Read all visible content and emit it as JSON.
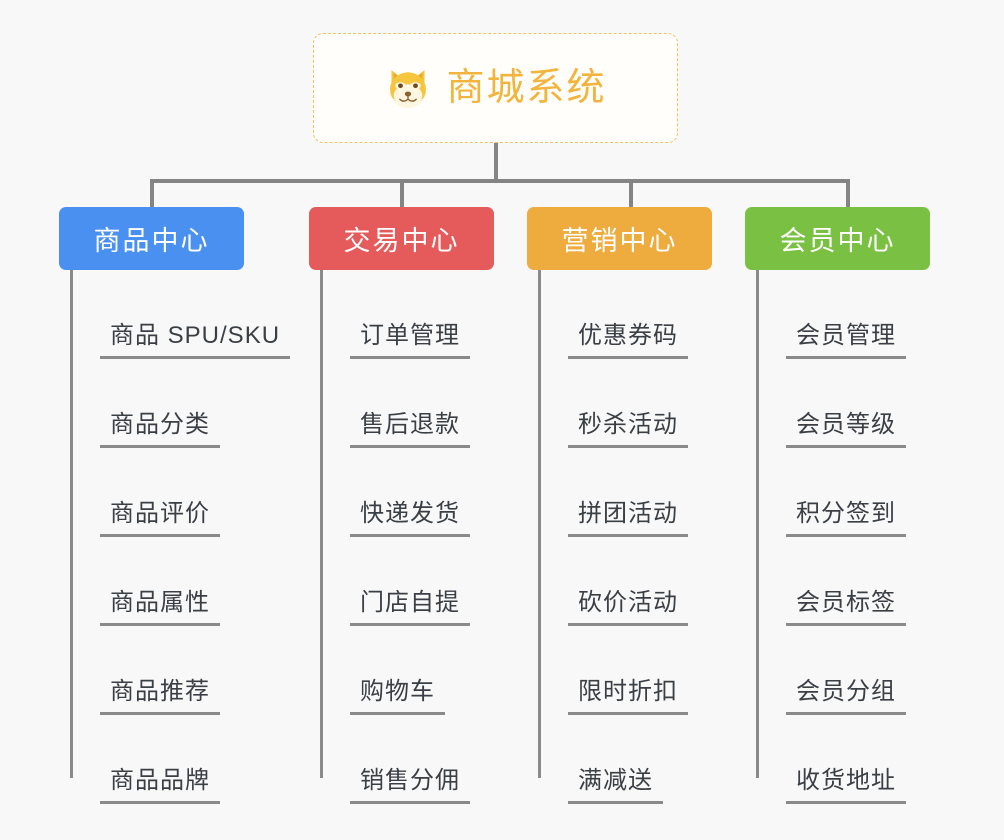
{
  "diagram": {
    "background_color": "#f8f8f8",
    "connector_color": "#848484",
    "root": {
      "title": "商城系统",
      "icon": "shiba-dog-face-icon",
      "text_color": "#f2b43c",
      "border_color": "#f0c060",
      "background_color": "#fffefb"
    },
    "categories": [
      {
        "label": "商品中心",
        "color": "#4a90f0",
        "items": [
          "商品 SPU/SKU",
          "商品分类",
          "商品评价",
          "商品属性",
          "商品推荐",
          "商品品牌"
        ]
      },
      {
        "label": "交易中心",
        "color": "#e55b5b",
        "items": [
          "订单管理",
          "售后退款",
          "快递发货",
          "门店自提",
          "购物车",
          "销售分佣"
        ]
      },
      {
        "label": "营销中心",
        "color": "#eeab3e",
        "items": [
          "优惠券码",
          "秒杀活动",
          "拼团活动",
          "砍价活动",
          "限时折扣",
          "满减送"
        ]
      },
      {
        "label": "会员中心",
        "color": "#7ac143",
        "items": [
          "会员管理",
          "会员等级",
          "积分签到",
          "会员标签",
          "会员分组",
          "收货地址"
        ]
      }
    ]
  }
}
